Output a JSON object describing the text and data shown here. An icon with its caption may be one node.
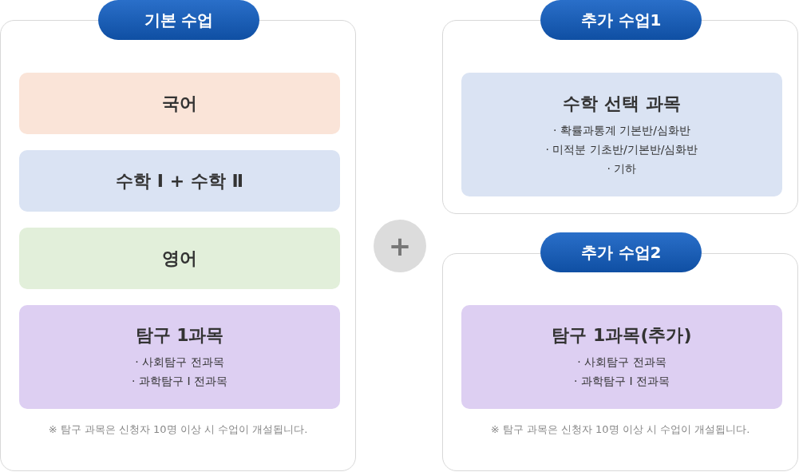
{
  "diagram": {
    "nodes": [
      {
        "text": [
          "기본 수업"
        ]
      },
      {
        "text": [
          "※ 탐구 과목은 신청자 10명 이상 시 수업이 개설됩니다."
        ]
      },
      {
        "text": [
          "국어"
        ],
        "in": 1
      },
      {
        "text": [
          "수학 Ⅰ + 수학 Ⅱ"
        ],
        "in": 1
      },
      {
        "text": [
          "영어"
        ],
        "in": 1
      },
      {
        "text": [
          "탐구 1과목",
          "· 사회탐구 전과목",
          "· 과학탐구 Ⅰ 전과목"
        ],
        "in": 1
      },
      {
        "text": [
          "+"
        ]
      },
      {
        "text": [
          "추가 수업1"
        ]
      },
      {
        "text": [],
        "shape": "box"
      },
      {
        "text": [
          "수학 선택 과목",
          "· 확률과통계 기본반/심화반",
          "· 미적분 기초반/기본반/심화반",
          "· 기하"
        ],
        "in": 8
      },
      {
        "text": [
          "추가 수업2"
        ]
      },
      {
        "text": [
          "※ 탐구 과목은 신청자 10명 이상 시 수업이 개설됩니다."
        ]
      },
      {
        "text": [
          "탐구 1과목(추가)",
          "· 사회탐구 전과목",
          "· 과학탐구 Ⅰ 전과목"
        ],
        "in": 11
      }
    ]
  }
}
